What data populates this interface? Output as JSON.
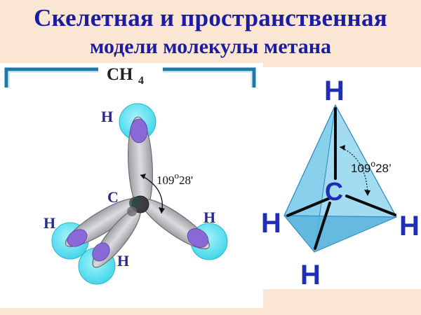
{
  "title": {
    "line1": "Скелетная и пространственная",
    "line2": "модели молекулы метана"
  },
  "left_model": {
    "formula": "CH",
    "formula_sub": "4",
    "atom_labels": {
      "top": "H",
      "left": "H",
      "bottom": "H",
      "right": "H",
      "center": "C"
    },
    "angle": "109",
    "angle_deg": "o",
    "angle_min": "28'"
  },
  "right_model": {
    "atom_labels": {
      "top": "H",
      "left": "H",
      "bottom": "H",
      "right": "H",
      "center": "C"
    },
    "angle": "109",
    "angle_deg": "o",
    "angle_min": "28’"
  },
  "colors": {
    "title": "#1c1ca0",
    "background": "#fbe6d4",
    "hydrogen_sphere": "#5fe0f0",
    "orbital_lobe": "#c8c8cc",
    "bracket": "#1c7ba6",
    "tetrahedron_face": "#7ccbea",
    "tetrahedron_edge": "#0a0a0a"
  }
}
